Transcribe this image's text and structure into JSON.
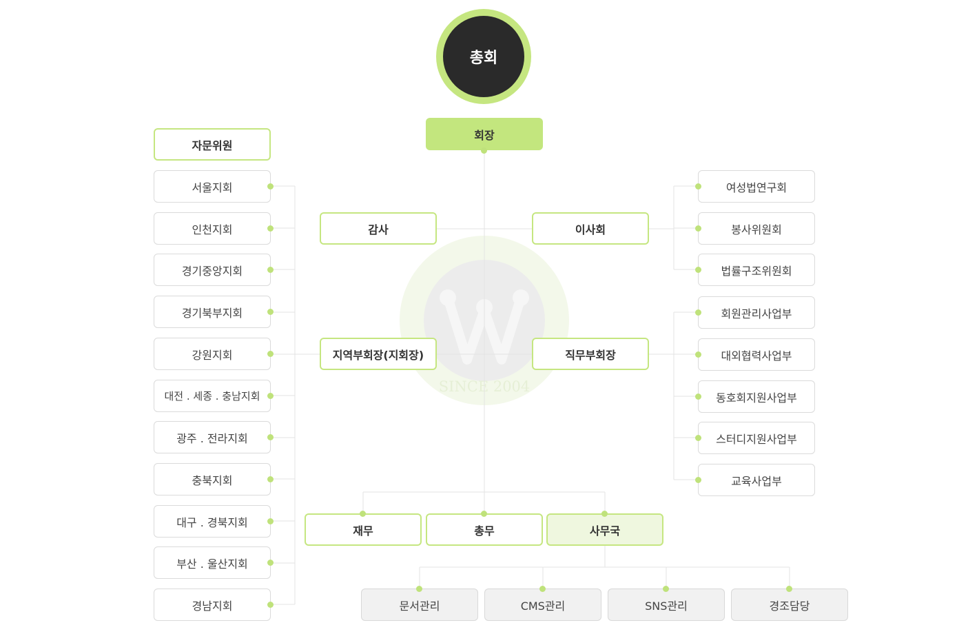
{
  "assembly": "총회",
  "president": "회장",
  "advisory": "자문위원",
  "audit": "감사",
  "board": "이사회",
  "regional_vp": "지역부회장(지회장)",
  "duty_vp": "직무부회장",
  "branches": [
    "서울지회",
    "인천지회",
    "경기중앙지회",
    "경기북부지회",
    "강원지회",
    "대전 . 세종 . 충남지회",
    "광주 . 전라지회",
    "충북지회",
    "대구 . 경북지회",
    "부산 . 울산지회",
    "경남지회"
  ],
  "board_groups": [
    "여성법연구회",
    "봉사위원회",
    "법률구조위원회"
  ],
  "duty_depts": [
    "회원관리사업부",
    "대외협력사업부",
    "동호회지원사업부",
    "스터디지원사업부",
    "교육사업부"
  ],
  "bottom": [
    "재무",
    "총무",
    "사무국"
  ],
  "secretariat": [
    "문서관리",
    "CMS관리",
    "SNS관리",
    "경조담당"
  ],
  "watermark": {
    "since": "SINCE 2004",
    "letter": "W"
  },
  "colors": {
    "accent": "#c5e680",
    "dark": "#2a2a2a",
    "secretariat_fill": "#eff7df"
  }
}
